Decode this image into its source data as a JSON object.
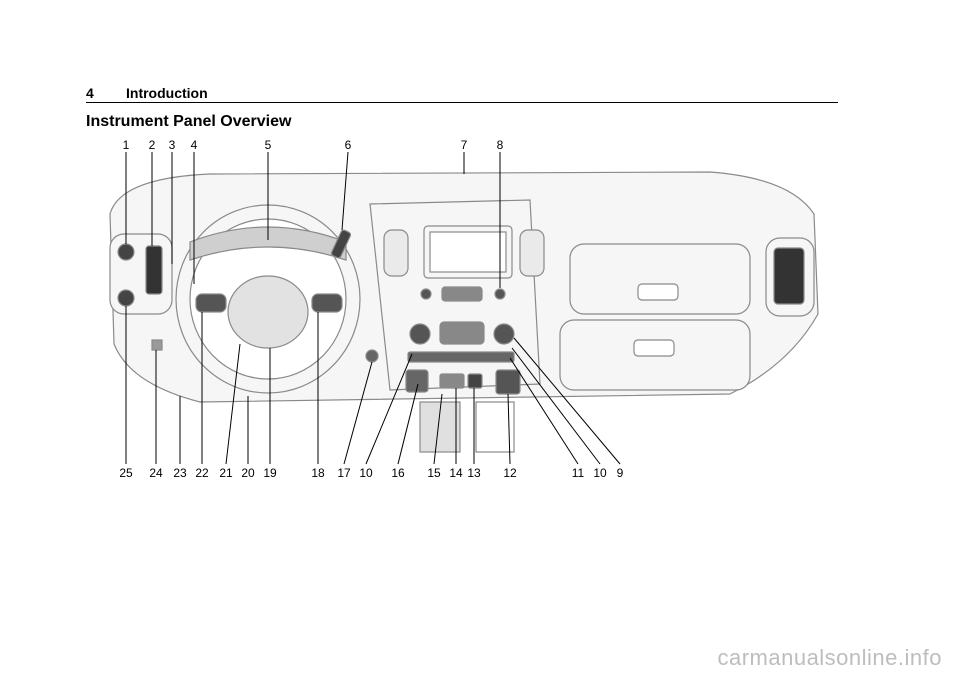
{
  "header": {
    "page_number": "4",
    "section": "Introduction"
  },
  "title": "Instrument Panel Overview",
  "figure": {
    "callouts_top": [
      "1",
      "2",
      "3",
      "4",
      "5",
      "6",
      "7",
      "8"
    ],
    "callouts_bottom": [
      "25",
      "24",
      "23",
      "22",
      "21",
      "20",
      "19",
      "18",
      "17",
      "10",
      "16",
      "15",
      "14",
      "13",
      "12",
      "11",
      "10",
      "9"
    ]
  },
  "watermark": "carmanualsonline.info"
}
